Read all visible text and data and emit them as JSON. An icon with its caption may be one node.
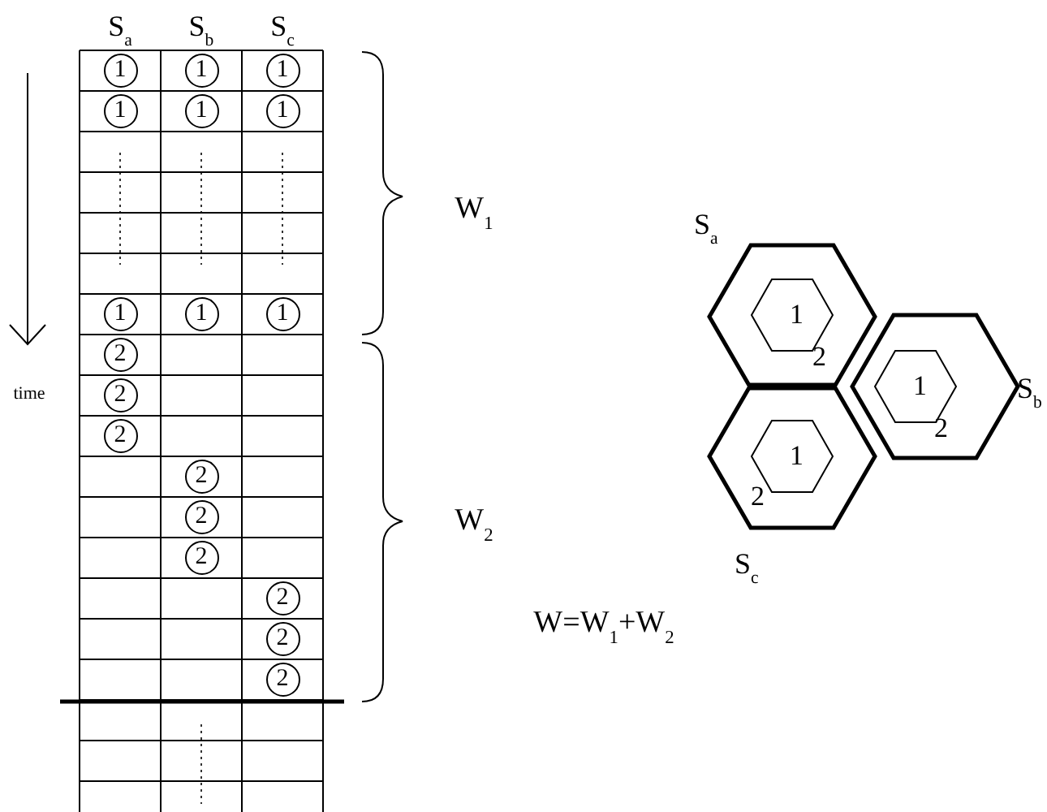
{
  "diagram": {
    "nodes": [
      {
        "text": [
          "2"
        ],
        "beside": [
          "S$_{a}$"
        ]
      },
      {
        "text": [
          "1"
        ],
        "in": 0
      },
      {
        "text": [
          "2"
        ],
        "beside": [
          "S$_{b}$"
        ]
      },
      {
        "text": [
          "1"
        ],
        "in": 2
      },
      {
        "text": [
          "2"
        ],
        "beside": [
          "S$_{c}$"
        ]
      },
      {
        "text": [
          "1"
        ],
        "in": 4
      }
    ],
    "labels": [
      "S$_{a}$",
      "S$_{b}$",
      "S$_{c}$",
      "1",
      "1",
      "1",
      "1",
      "1",
      "1",
      "1",
      "1",
      "1",
      "2",
      "2",
      "2",
      "2",
      "2",
      "2",
      "2",
      "2",
      "2",
      "time",
      "W$_{1}$",
      "W$_{2}$",
      "W=W$_{1}$+W$_{2}$"
    ]
  }
}
